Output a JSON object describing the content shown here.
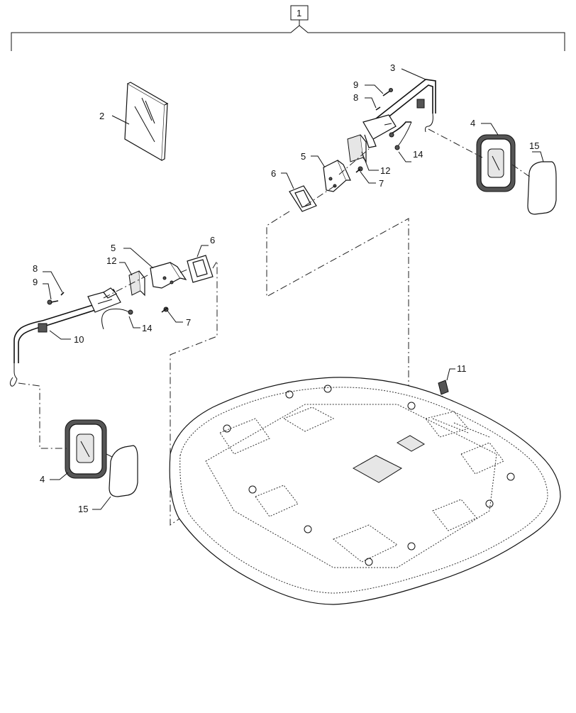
{
  "assembly_label": "1",
  "callouts": {
    "manual_left": "2",
    "arm_right": "3",
    "mirror_head_right": "4",
    "mirror_head_left": "4",
    "bracket_right": "5",
    "bracket_left": "5",
    "pad_right": "6",
    "pad_left": "6",
    "bolt_right": "7",
    "bolt_left": "7",
    "washer_right": "8",
    "washer_left": "8",
    "screw_right": "9",
    "screw_left": "9",
    "arm_left": "10",
    "plug_roof": "11",
    "shim_right": "12",
    "shim_left": "12",
    "cable_right": "14",
    "cable_left": "14",
    "glass_right": "15",
    "glass_left": "15"
  }
}
